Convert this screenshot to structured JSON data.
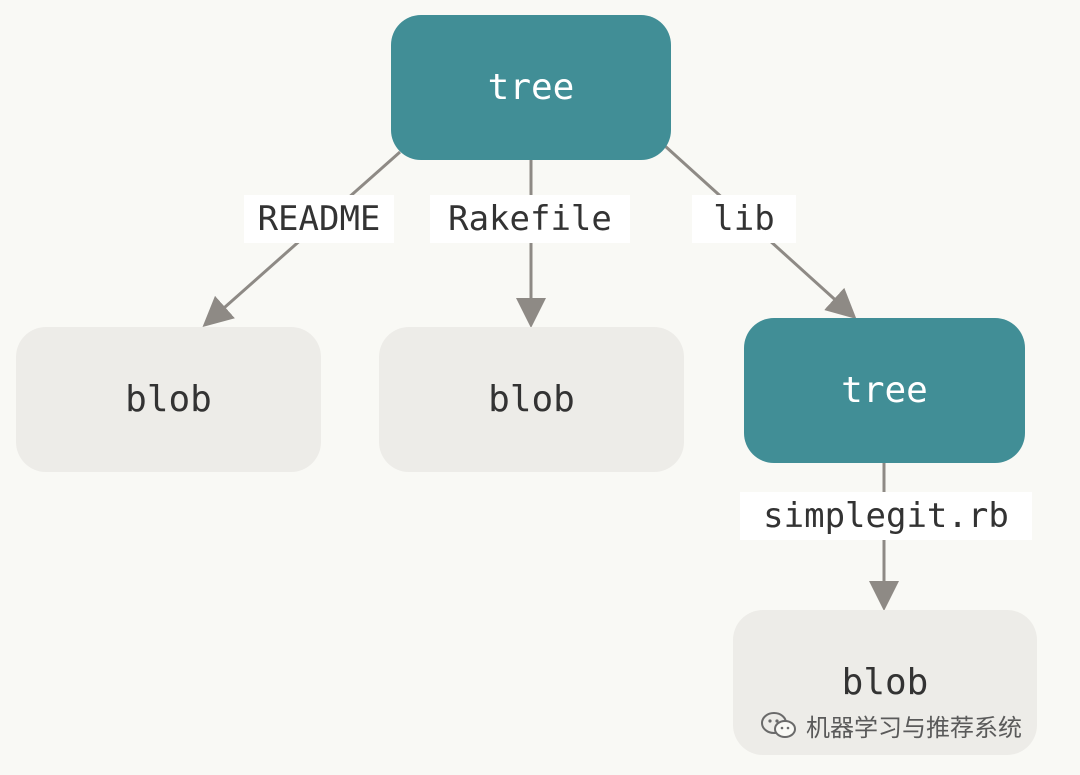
{
  "colors": {
    "background": "#f9f9f5",
    "tree_fill": "#418e96",
    "blob_fill": "#edece8",
    "edge": "#8e8a85"
  },
  "nodes": {
    "root_tree": "tree",
    "readme_blob": "blob",
    "rakefile_blob": "blob",
    "lib_tree": "tree",
    "simplegit_blob": "blob"
  },
  "edges": {
    "readme": "README",
    "rakefile": "Rakefile",
    "lib": "lib",
    "simplegit": "simplegit.rb"
  },
  "watermark": {
    "icon": "wechat-icon",
    "text": "机器学习与推荐系统"
  }
}
